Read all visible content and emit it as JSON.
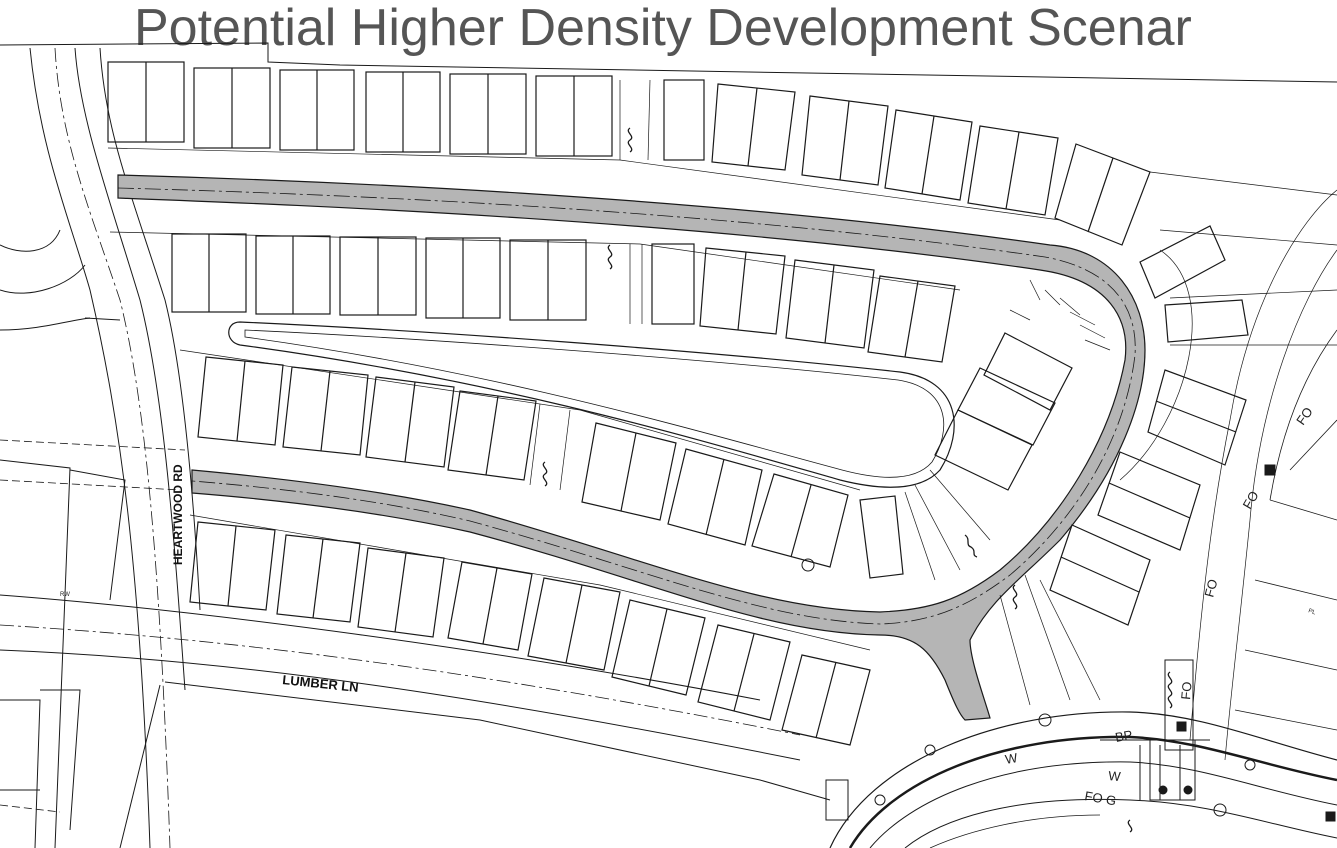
{
  "title": "Potential  Higher Density Development  Scenar",
  "streets": {
    "heartwood": "HEARTWOOD RD",
    "lumber": "LUMBER LN"
  },
  "utility_labels": {
    "fo_1": "FO",
    "fo_2": "FO",
    "fo_3": "FO",
    "fo_4": "FO",
    "bp": "BP",
    "w_1": "W",
    "w_2": "W",
    "fo_g": "FO G"
  },
  "boundary_labels": {
    "rw": "RW",
    "pl": "PL"
  },
  "colors": {
    "road_fill": "#b5b5b5",
    "line": "#1a1a1a",
    "title": "#555555"
  }
}
